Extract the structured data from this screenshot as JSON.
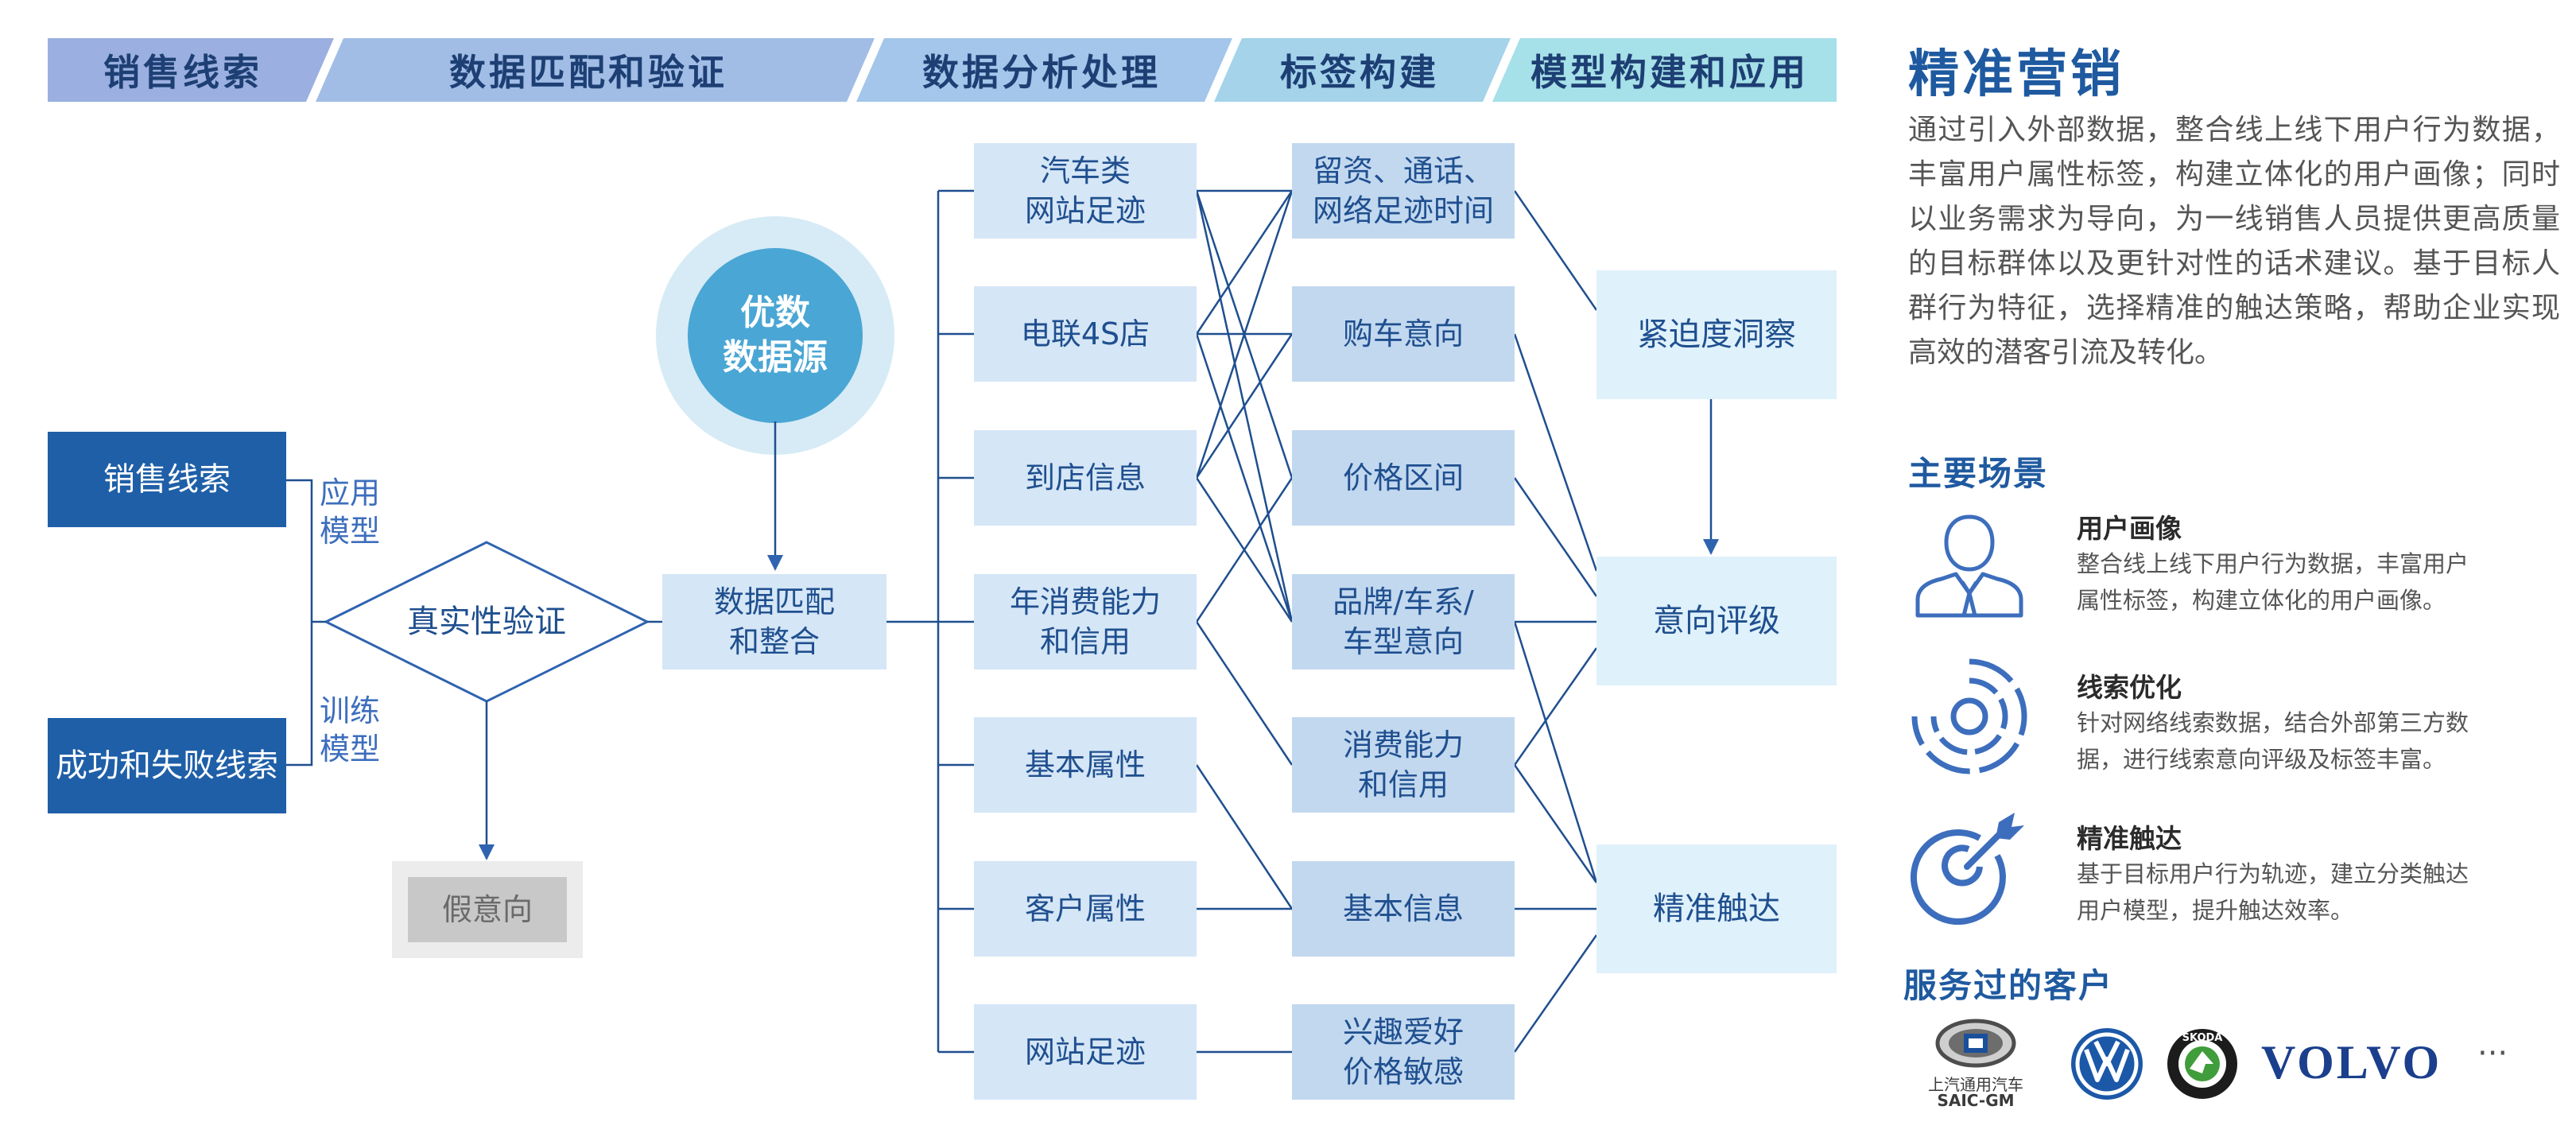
{
  "stages": [
    "销售线索",
    "数据匹配和验证",
    "数据分析处理",
    "标签构建",
    "模型构建和应用"
  ],
  "left": {
    "sales_leads": "销售线索",
    "success_fail_leads": "成功和失败线索",
    "apply_model": "应用\n模型",
    "train_model": "训练\n模型",
    "verify": "真实性验证",
    "fake_intent": "假意向",
    "source": "优数\n数据源",
    "match": "数据匹配\n和整合"
  },
  "analysis_items": [
    "汽车类\n网站足迹",
    "电联4S店",
    "到店信息",
    "年消费能力\n和信用",
    "基本属性",
    "客户属性",
    "网站足迹"
  ],
  "tag_items": [
    "留资、通话、\n网络足迹时间",
    "购车意向",
    "价格区间",
    "品牌/车系/\n车型意向",
    "消费能力\n和信用",
    "基本信息",
    "兴趣爱好\n价格敏感"
  ],
  "model_items": [
    "紧迫度洞察",
    "意向评级",
    "精准触达"
  ],
  "right": {
    "title": "精准营销",
    "intro": "通过引入外部数据，整合线上线下用户行为数据，丰富用户属性标签，构建立体化的用户画像；同时以业务需求为导向，为一线销售人员提供更高质量的目标群体以及更针对性的话术建议。基于目标人群行为特征，选择精准的触达策略，帮助企业实现高效的潜客引流及转化。",
    "scenarios_heading": "主要场景",
    "scenarios": [
      {
        "title": "用户画像",
        "desc": "整合线上线下用户行为数据，丰富用户\n属性标签，构建立体化的用户画像。",
        "icon": "user-portrait-icon"
      },
      {
        "title": "线索优化",
        "desc": "针对网络线索数据，结合外部第三方数\n据，进行线索意向评级及标签丰富。",
        "icon": "radar-target-icon"
      },
      {
        "title": "精准触达",
        "desc": "基于目标用户行为轨迹，建立分类触达\n用户模型，提升触达效率。",
        "icon": "target-arrow-icon"
      }
    ],
    "clients_heading": "服务过的客户",
    "clients": {
      "saic_gm_line1": "上汽通用汽车",
      "saic_gm_line2": "SAIC-GM",
      "skoda_logo": "ŠKODA",
      "volvo": "VOLVO",
      "more": "···"
    }
  },
  "colors": {
    "dark_blue": "#1f5fa8",
    "light_box": "#d5e6f6",
    "mid_box": "#c2d8ef",
    "pale_box": "#dff1fb",
    "line": "#1f4f8f",
    "title_blue": "#1f5aa0"
  }
}
